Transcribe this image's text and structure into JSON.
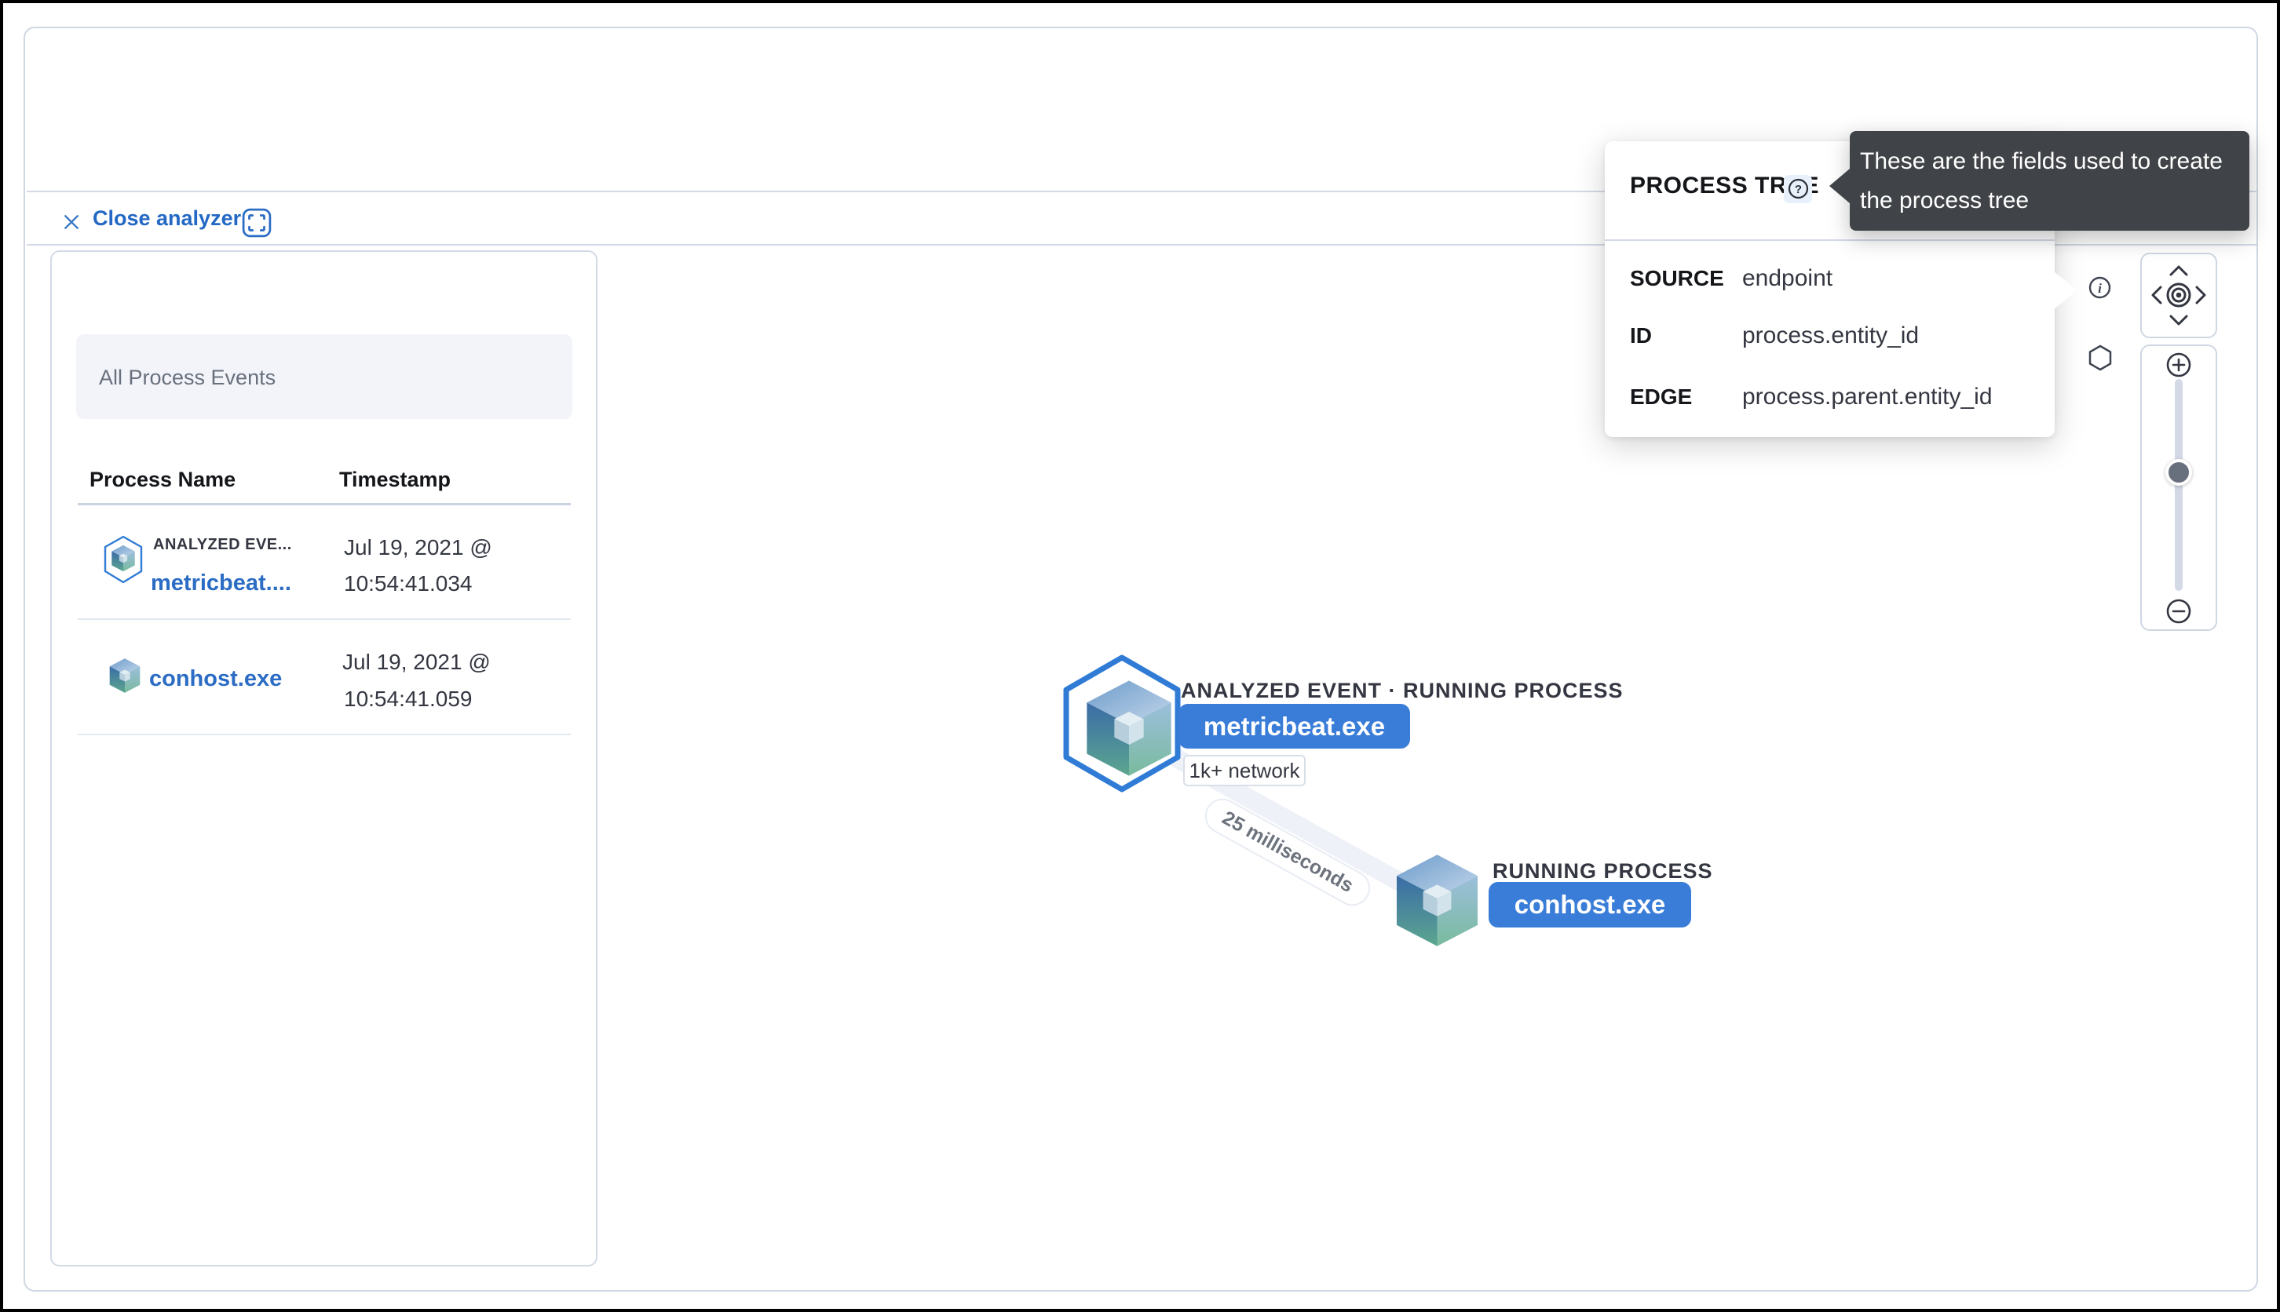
{
  "analyzer": {
    "close_label": "Close analyzer"
  },
  "table": {
    "title": "All Process Events",
    "col_name": "Process Name",
    "col_time": "Timestamp",
    "rows": [
      {
        "tag": "ANALYZED EVE...",
        "name": "metricbeat....",
        "ts1": "Jul 19, 2021 @",
        "ts2": "10:54:41.034"
      },
      {
        "tag": "",
        "name": "conhost.exe",
        "ts1": "Jul 19, 2021 @",
        "ts2": "10:54:41.059"
      }
    ]
  },
  "popup": {
    "title": "PROCESS TREE",
    "rows": [
      {
        "label": "SOURCE",
        "value": "endpoint"
      },
      {
        "label": "ID",
        "value": "process.entity_id"
      },
      {
        "label": "EDGE",
        "value": "process.parent.entity_id"
      }
    ]
  },
  "tooltip": {
    "line1": "These are the fields used to create",
    "line2": "the process tree"
  },
  "graph": {
    "edge_label": "25 milliseconds",
    "nodes": [
      {
        "category": "ANALYZED EVENT · RUNNING PROCESS",
        "name": "metricbeat.exe",
        "badge": "1k+ network"
      },
      {
        "category": "RUNNING PROCESS",
        "name": "conhost.exe"
      }
    ]
  },
  "colors": {
    "accent_blue": "#3a7dd8",
    "link_blue": "#2b6cc4",
    "tooltip_bg": "#404347",
    "divider": "#d3dae6",
    "edge": "#eef1f7"
  }
}
